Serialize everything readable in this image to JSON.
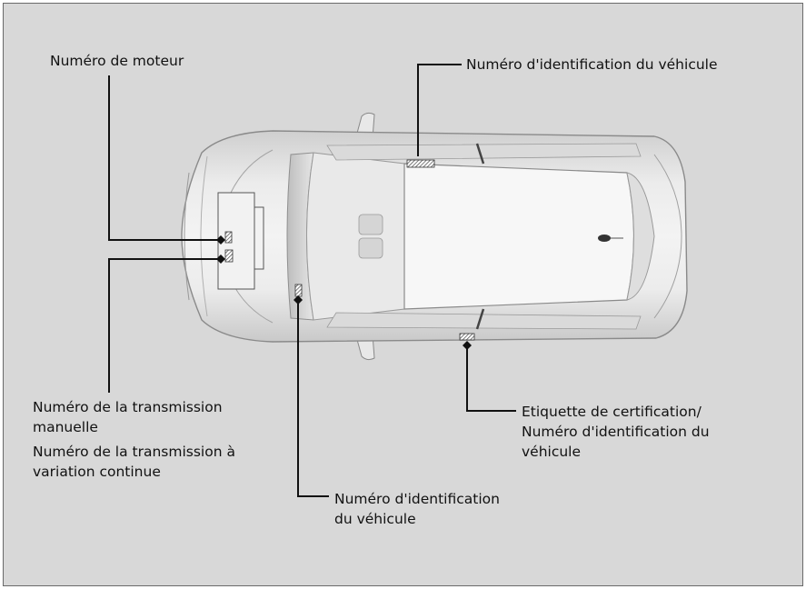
{
  "labels": {
    "engine_number": "Numéro de moteur",
    "vin_top": "Numéro d'identification du véhicule",
    "transmission_manual": "Numéro de la transmission\nmanuelle",
    "transmission_cvt": "Numéro de la transmission à\nvariation continue",
    "vin_windshield": "Numéro d'identification\ndu véhicule",
    "cert_label": "Etiquette de certification/\nNuméro d'identification du\nvéhicule"
  },
  "icons": {
    "vehicle": "car-top-view-icon",
    "plate_marker": "hatched-plate-icon",
    "pointer": "diamond-pointer-icon"
  },
  "colors": {
    "background": "#d8d8d8",
    "leader_line": "#111111",
    "body_paint": "#e4e4e4",
    "glass": "#ededed",
    "roof": "#f6f6f6"
  }
}
